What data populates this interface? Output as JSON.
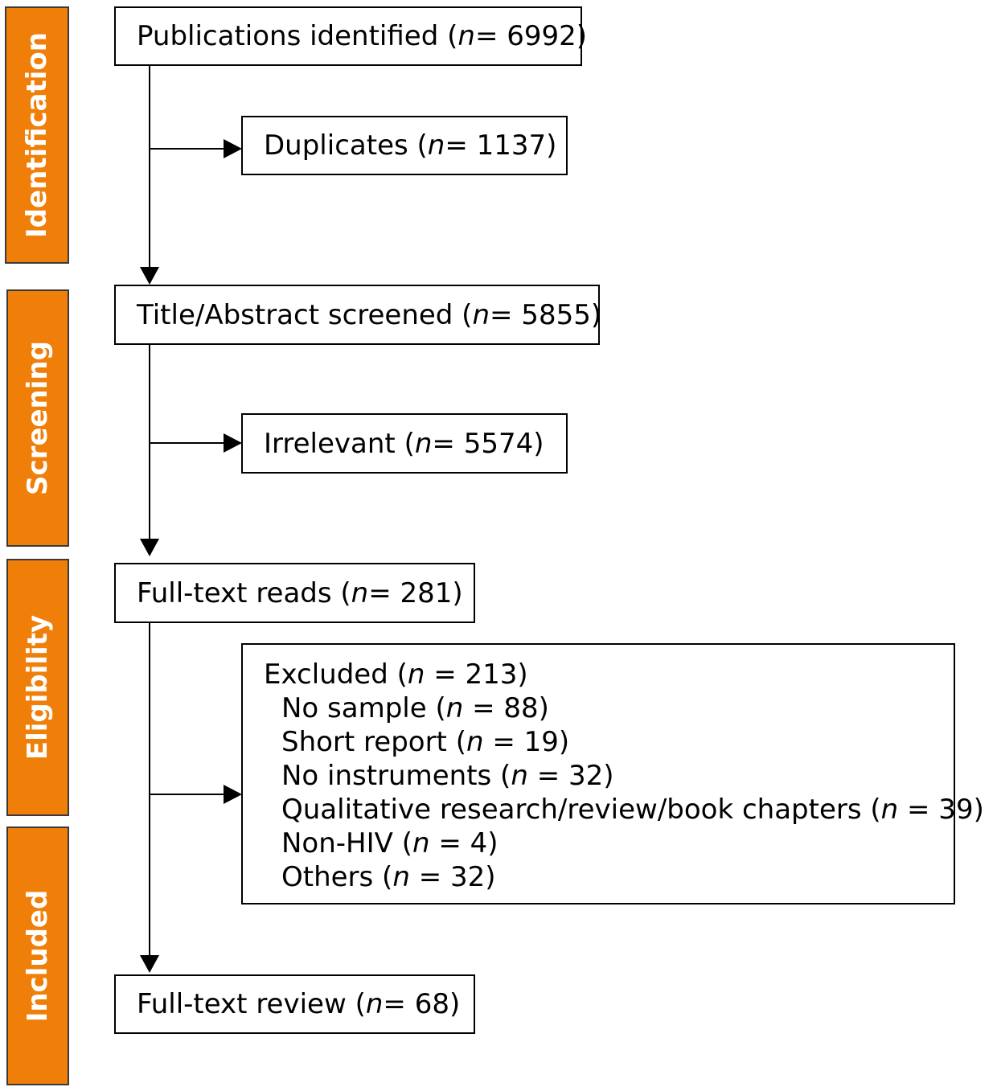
{
  "stages": {
    "identification": "Identification",
    "screening": "Screening",
    "eligibility": "Eligibility",
    "included": "Included"
  },
  "colors": {
    "stage_fill": "#f07f09",
    "stage_text": "#ffffff",
    "line": "#000000"
  },
  "boxes": {
    "identified": {
      "label": "Publications identified (",
      "n": "n",
      "eq": " = 6992)"
    },
    "duplicates": {
      "label": "Duplicates (",
      "n": "n",
      "eq": " = 1137)"
    },
    "screened": {
      "label": "Title/Abstract screened (",
      "n": "n",
      "eq": " = 5855)"
    },
    "irrelevant": {
      "label": "Irrelevant (",
      "n": "n",
      "eq": " = 5574)"
    },
    "fulltext": {
      "label": "Full-text reads (",
      "n": "n",
      "eq": " = 281)"
    },
    "review": {
      "label": "Full-text review (",
      "n": "n",
      "eq": " = 68)"
    }
  },
  "excluded": {
    "header": {
      "label": "Excluded (",
      "n": "n",
      "eq": " = 213)"
    },
    "reasons": [
      {
        "label": "No sample (",
        "n": "n",
        "eq": " = 88)"
      },
      {
        "label": "Short report (",
        "n": "n",
        "eq": " = 19)"
      },
      {
        "label": "No instruments (",
        "n": "n",
        "eq": " = 32)"
      },
      {
        "label": "Qualitative research/review/book chapters (",
        "n": "n",
        "eq": " = 39)"
      },
      {
        "label": "Non-HIV (",
        "n": "n",
        "eq": " = 4)"
      },
      {
        "label": "Others (",
        "n": "n",
        "eq": " = 32)"
      }
    ]
  }
}
